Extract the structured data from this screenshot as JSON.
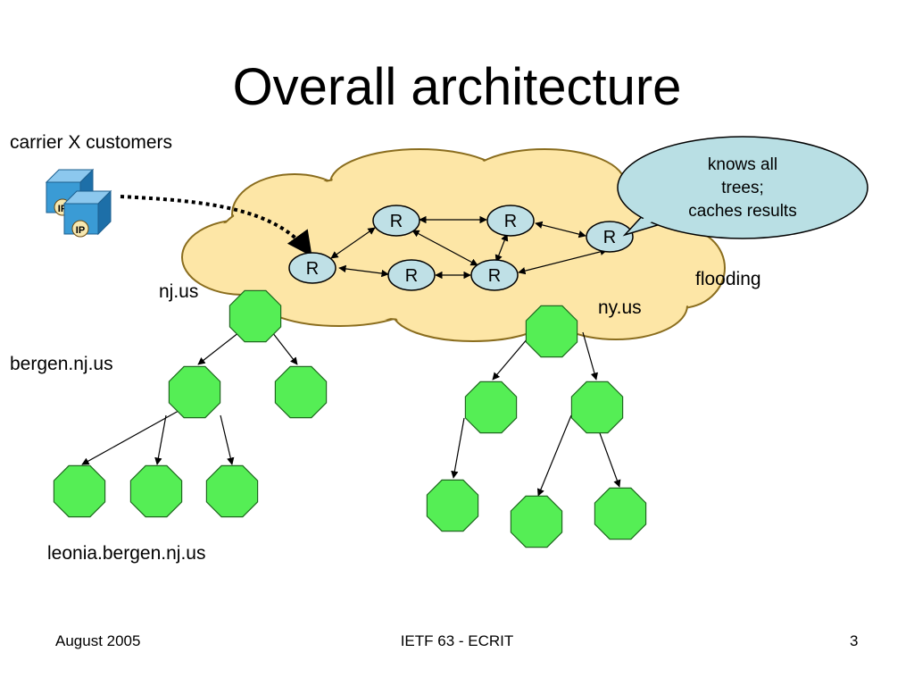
{
  "slide": {
    "title": "Overall architecture",
    "footer_left": "August 2005",
    "footer_center": "IETF 63 - ECRIT",
    "footer_right": "3"
  },
  "diagram": {
    "labels": {
      "customers": "carrier X customers",
      "nj": "nj.us",
      "ny": "ny.us",
      "bergen": "bergen.nj.us",
      "leonia": "leonia.bergen.nj.us",
      "flooding": "flooding"
    },
    "callout": {
      "line1": "knows all",
      "line2": "trees;",
      "line3": "caches results"
    },
    "router_label": "R",
    "phone_label": "IP",
    "colors": {
      "cloud_fill": "#fde6a6",
      "cloud_stroke": "#8a6d1e",
      "router_fill": "#bfe0e6",
      "node_fill": "#55ee55",
      "callout_fill": "#b9dfe4",
      "phone_blue": "#3a9bd5"
    }
  }
}
